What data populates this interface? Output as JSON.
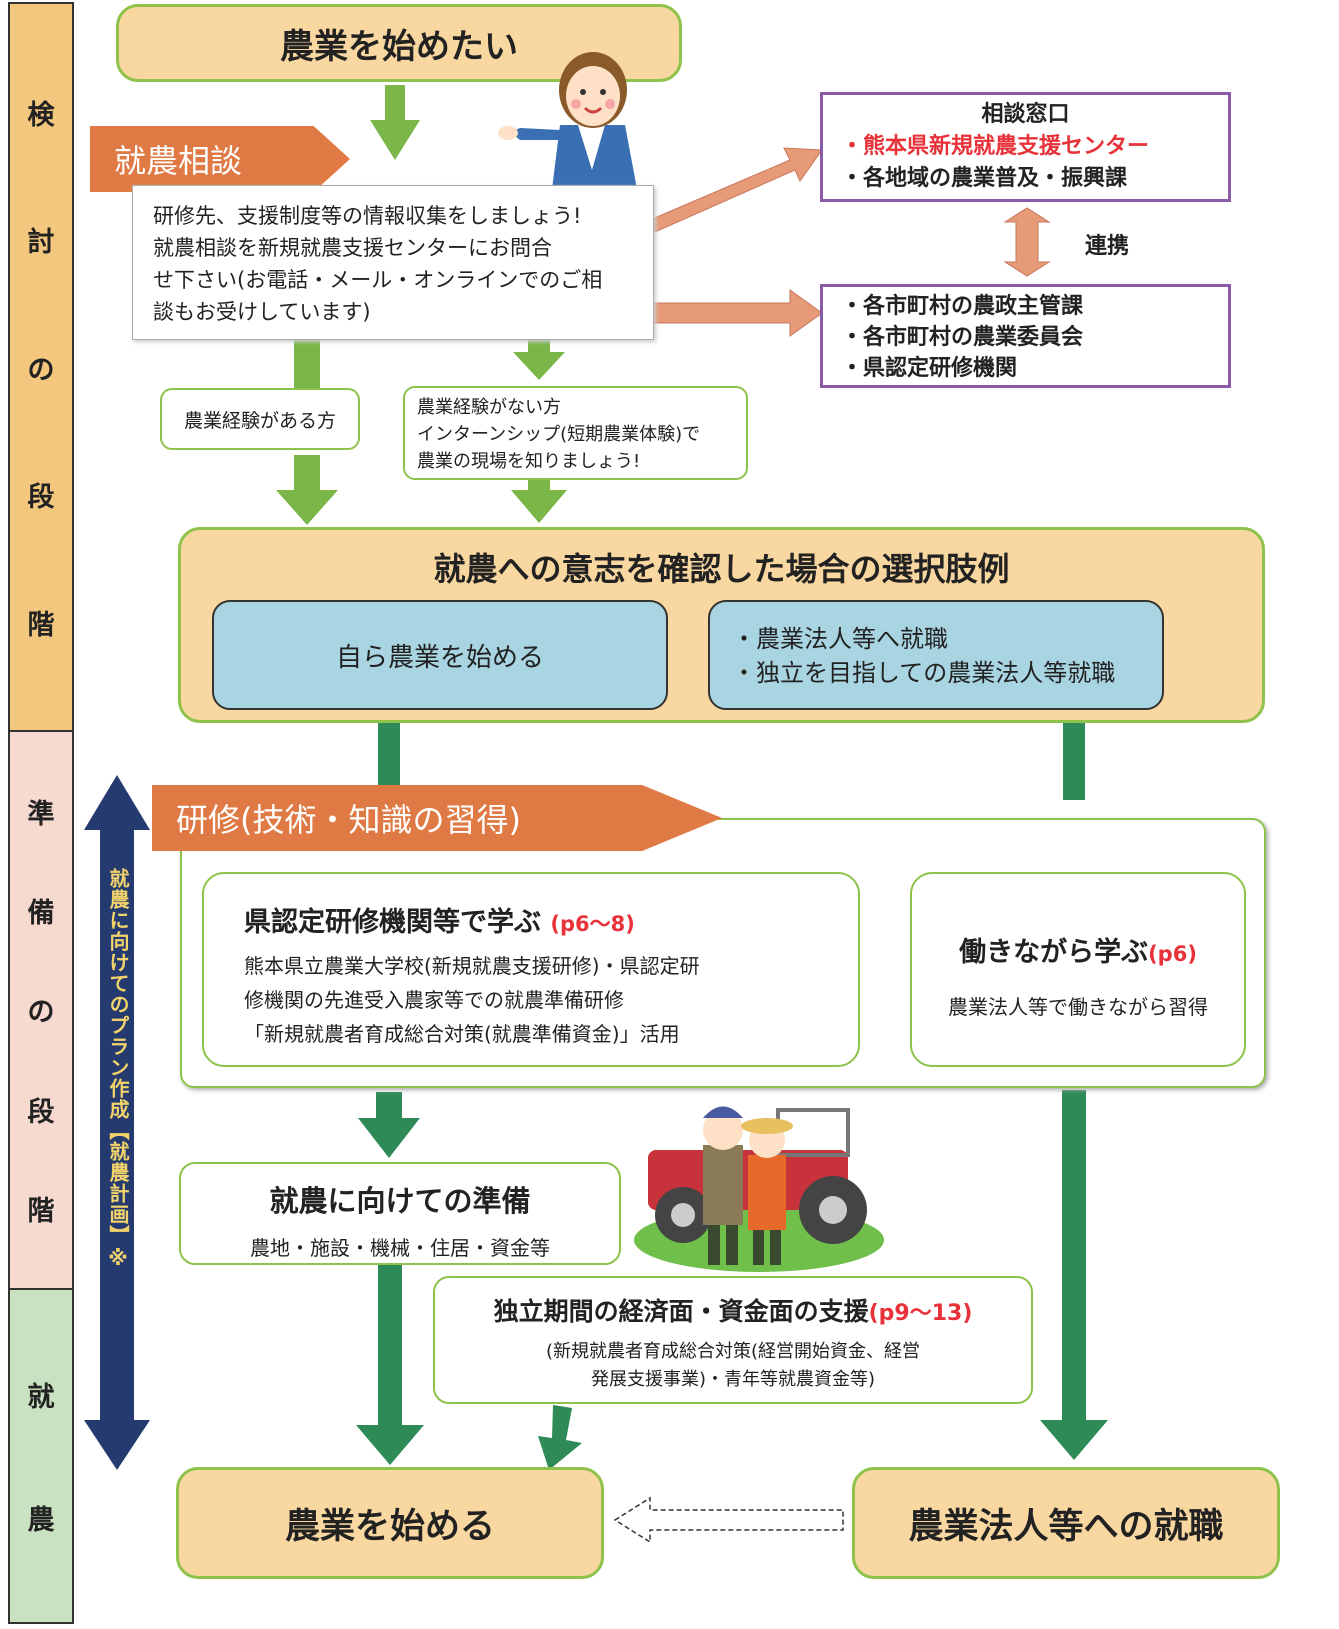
{
  "phases": {
    "study": [
      "検",
      "討",
      "の",
      "段",
      "階"
    ],
    "prep": [
      "準",
      "備",
      "の",
      "段",
      "階"
    ],
    "farming": [
      "就",
      "農"
    ]
  },
  "plan_arrow_label": "就農に向けてのプラン作成【就農計画】※",
  "start": "農業を始めたい",
  "consult": {
    "tag": "就農相談",
    "text": [
      "研修先、支援制度等の情報収集をしましょう!",
      "就農相談を新規就農支援センターにお問合",
      "せ下さい(お電話・メール・オンラインでのご相",
      "談もお受けしています)"
    ]
  },
  "window": {
    "title": "相談窓口",
    "item1": "・熊本県新規就農支援センター",
    "item2": "・各地域の農業普及・振興課"
  },
  "renkei": "連携",
  "municipal": [
    "・各市町村の農政主管課",
    "・各市町村の農業委員会",
    "・県認定研修機関"
  ],
  "exp_yes": "農業経験がある方",
  "exp_no": [
    "農業経験がない方",
    "インターンシップ(短期農業体験)で",
    "農業の現場を知りましょう!"
  ],
  "choices": {
    "title": "就農への意志を確認した場合の選択肢例",
    "self": "自ら農業を始める",
    "corp": [
      "・農業法人等へ就職",
      "・独立を目指しての農業法人等就職"
    ]
  },
  "training": {
    "tag": "研修(技術・知識の習得)",
    "inst_title": "県認定研修機関等で学ぶ",
    "inst_page": "(p6〜8)",
    "inst_text": [
      "熊本県立農業大学校(新規就農支援研修)・県認定研",
      "修機関の先進受入農家等での就農準備研修",
      "「新規就農者育成総合対策(就農準備資金)」活用"
    ],
    "work_title": "働きながら学ぶ",
    "work_page": "(p6)",
    "work_text": "農業法人等で働きながら習得"
  },
  "prep": {
    "title": "就農に向けての準備",
    "text": "農地・施設・機械・住居・資金等"
  },
  "support": {
    "title": "独立期間の経済面・資金面の支援",
    "page": "(p9〜13)",
    "text": [
      "(新規就農者育成総合対策(経営開始資金、経営",
      "発展支援事業)・青年等就農資金等)"
    ]
  },
  "end_start": "農業を始める",
  "end_job": "農業法人等への就職",
  "colors": {
    "peach": "#f9d7a0",
    "green_light": "#7ab648",
    "green_dark": "#2e8b57",
    "salmon": "#e79a78",
    "orange_tag": "#e07a45",
    "navy": "#253a6e",
    "red": "#e8323a",
    "purple": "#8a5ba8"
  }
}
